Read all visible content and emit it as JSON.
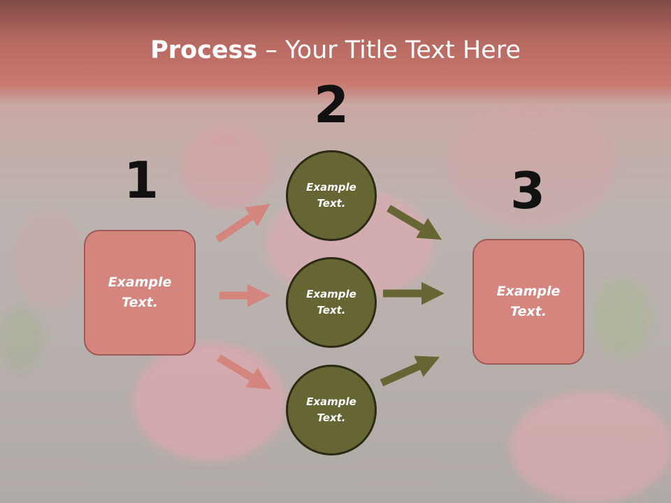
{
  "title": {
    "bold": "Process",
    "rest": " – Your Title Text Here"
  },
  "steps": {
    "one": {
      "number": "1",
      "text": "Example\nText."
    },
    "two": {
      "number": "2",
      "top": "Example\nText.",
      "middle": "Example\nText.",
      "bottom": "Example\nText."
    },
    "three": {
      "number": "3",
      "text": "Example\nText."
    }
  },
  "colors": {
    "box_fill": "#d3857e",
    "circle_fill": "#656633",
    "arrow_pink": "#d3857e",
    "arrow_olive": "#656633"
  }
}
